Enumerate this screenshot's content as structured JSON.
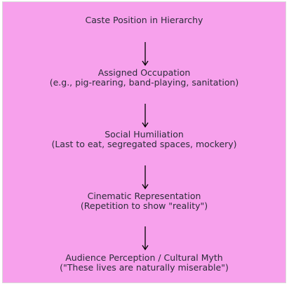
{
  "diagram": {
    "nodes": [
      {
        "line1": "Caste Position in Hierarchy",
        "line2": ""
      },
      {
        "line1": "Assigned Occupation",
        "line2": "(e.g., pig-rearing, band-playing, sanitation)"
      },
      {
        "line1": "Social Humiliation",
        "line2": "(Last to eat, segregated spaces, mockery)"
      },
      {
        "line1": "Cinematic Representation",
        "line2": "(Repetition to show \"reality\")"
      },
      {
        "line1": "Audience Perception / Cultural Myth",
        "line2": "(\"These lives are naturally miserable\")"
      }
    ],
    "colors": {
      "background": "#f7a1ec",
      "text": "#2b2b3a",
      "arrow": "#000000"
    }
  }
}
